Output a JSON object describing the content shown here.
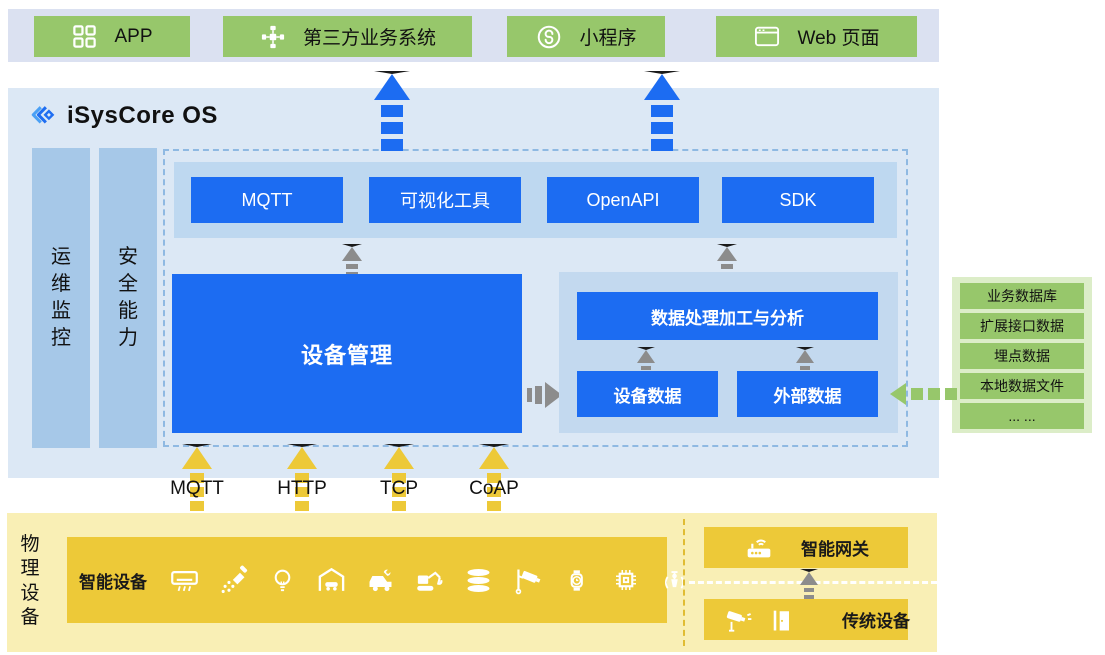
{
  "colors": {
    "primary_blue": "#1c6cf2",
    "light_blue_bg": "#dce8f5",
    "band_bg": "#dbe1f1",
    "bar_blue": "#a6c8e8",
    "container_blue": "#bed8f0",
    "green": "#97c76b",
    "green_panel_bg": "#dcedc8",
    "yellow_bg": "#f9efb5",
    "yellow_box": "#edc938",
    "arrow_gray": "#8c8c8c"
  },
  "top_bar": {
    "items": [
      {
        "label": "APP",
        "icon": "app-grid-icon"
      },
      {
        "label": "第三方业务系统",
        "icon": "network-icon"
      },
      {
        "label": "小程序",
        "icon": "miniprogram-icon"
      },
      {
        "label": "Web 页面",
        "icon": "browser-icon"
      }
    ]
  },
  "os": {
    "title": "iSysCore OS",
    "side_bars": [
      {
        "label": "运维监控"
      },
      {
        "label": "安全能力"
      }
    ],
    "tools": [
      "MQTT",
      "可视化工具",
      "OpenAPI",
      "SDK"
    ],
    "device_management": "设备管理",
    "data_panel": {
      "processing": "数据处理加工与分析",
      "device_data": "设备数据",
      "external_data": "外部数据"
    }
  },
  "external_sources": {
    "items": [
      "业务数据库",
      "扩展接口数据",
      "埋点数据",
      "本地数据文件",
      "... ..."
    ]
  },
  "protocols": [
    "MQTT",
    "HTTP",
    "TCP",
    "CoAP"
  ],
  "physical": {
    "label": "物理设备",
    "smart_devices_label": "智能设备",
    "device_icons": [
      "air-conditioner",
      "shower",
      "light-bulb",
      "garage",
      "car-service",
      "excavator",
      "database",
      "cctv-camera",
      "smartwatch",
      "chip",
      "pipeline-valve"
    ],
    "gateway_label": "智能网关",
    "legacy_label": "传统设备"
  }
}
